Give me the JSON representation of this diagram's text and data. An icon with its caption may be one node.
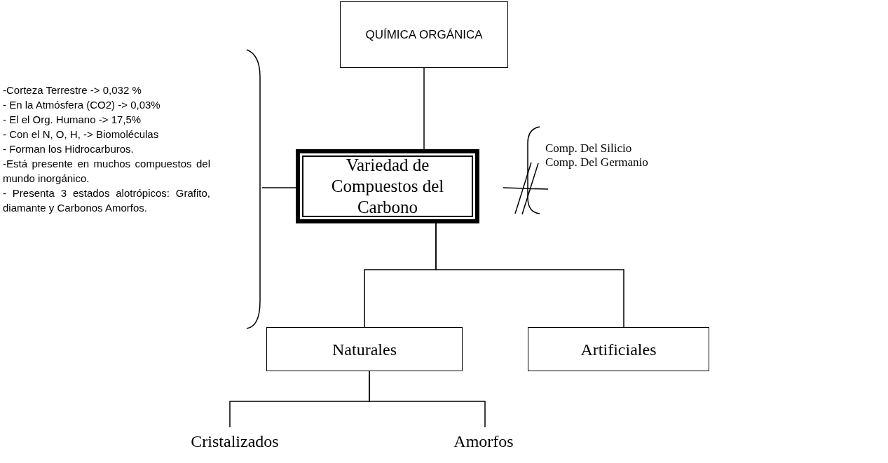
{
  "diagram": {
    "nodes": [
      {
        "text": [
          "QUÍMICA ORGÁNICA"
        ]
      },
      {
        "text": [
          "Variedad de Compuestos del Carbono"
        ]
      },
      {
        "text": [
          "Naturales"
        ]
      },
      {
        "text": [
          "Artificiales"
        ]
      },
      {
        "text": [
          "Cristalizados"
        ]
      },
      {
        "text": [
          "Amorfos"
        ]
      },
      {
        "text": [
          "-Corteza Terrestre -> 0,032 %",
          "- En la Atmósfera (CO2) -> 0,03%",
          "- El el Org. Humano -> 17,5%",
          "- Con el N, O, H, -> Biomoléculas",
          "- Forman los Hidrocarburos.",
          "-Está presente en muchos compuestos del mundo inorgánico.",
          "- Presenta 3 estados alotrópicos: Grafito, diamante y Carbonos Amorfos."
        ]
      },
      {
        "text": [
          "Comp. Del Silicio",
          "Comp. Del Germanio"
        ]
      }
    ],
    "edges": [
      {
        "from": 0,
        "to": 1,
        "arrow": "none"
      },
      {
        "from": 1,
        "to": 2,
        "arrow": "none"
      },
      {
        "from": 1,
        "to": 3,
        "arrow": "none"
      },
      {
        "from": 2,
        "to": 4,
        "arrow": "none"
      },
      {
        "from": 2,
        "to": 5,
        "arrow": "none"
      },
      {
        "from": 6,
        "to": 1,
        "arrow": "none"
      }
    ]
  }
}
